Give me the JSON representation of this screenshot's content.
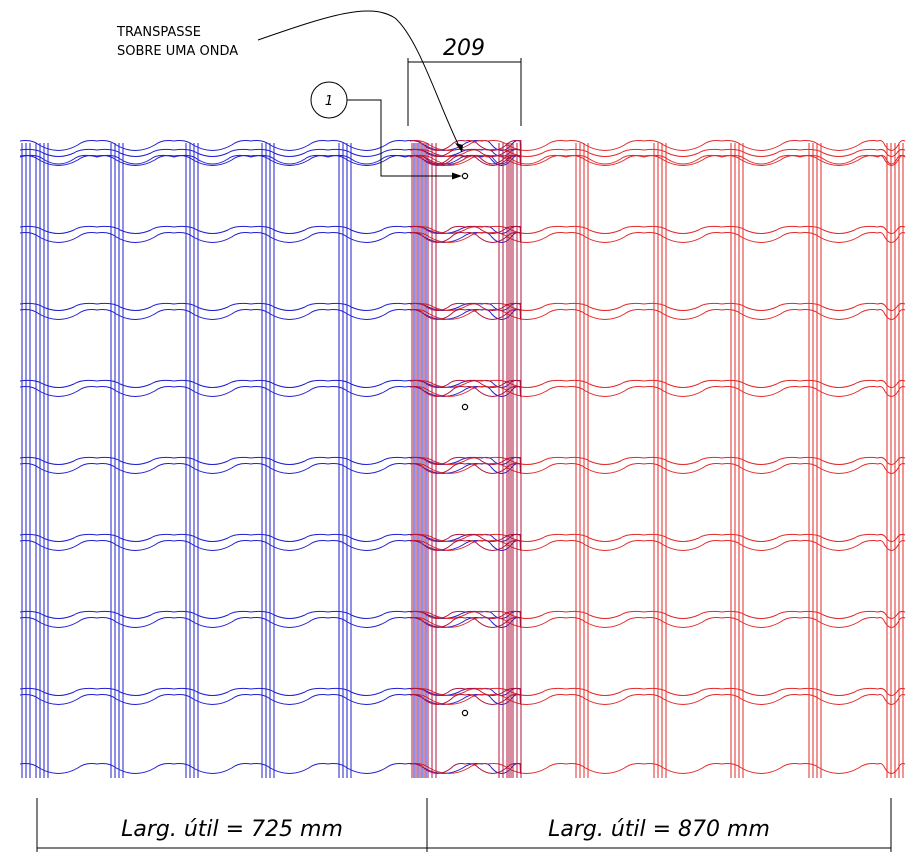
{
  "overlap_note": {
    "line1": "TRANSPASSE",
    "line2": "SOBRE UMA ONDA"
  },
  "overlap_dimension": "209",
  "balloon_number": "1",
  "width_labels": {
    "left": "Larg. útil = 725 mm",
    "right": "Larg. útil = 870 mm"
  },
  "colors": {
    "left_sheet": "#1f1fd0",
    "right_sheet": "#e32a2a",
    "overlap_zone": "#b0143c",
    "annotation": "#000000"
  },
  "sheets": [
    {
      "name": "left-sheet",
      "useful_width_mm": 725,
      "color_key": "left_sheet"
    },
    {
      "name": "right-sheet",
      "useful_width_mm": 870,
      "color_key": "right_sheet"
    }
  ],
  "tile_rows": 8,
  "fastener_symbol": "screw-circle"
}
